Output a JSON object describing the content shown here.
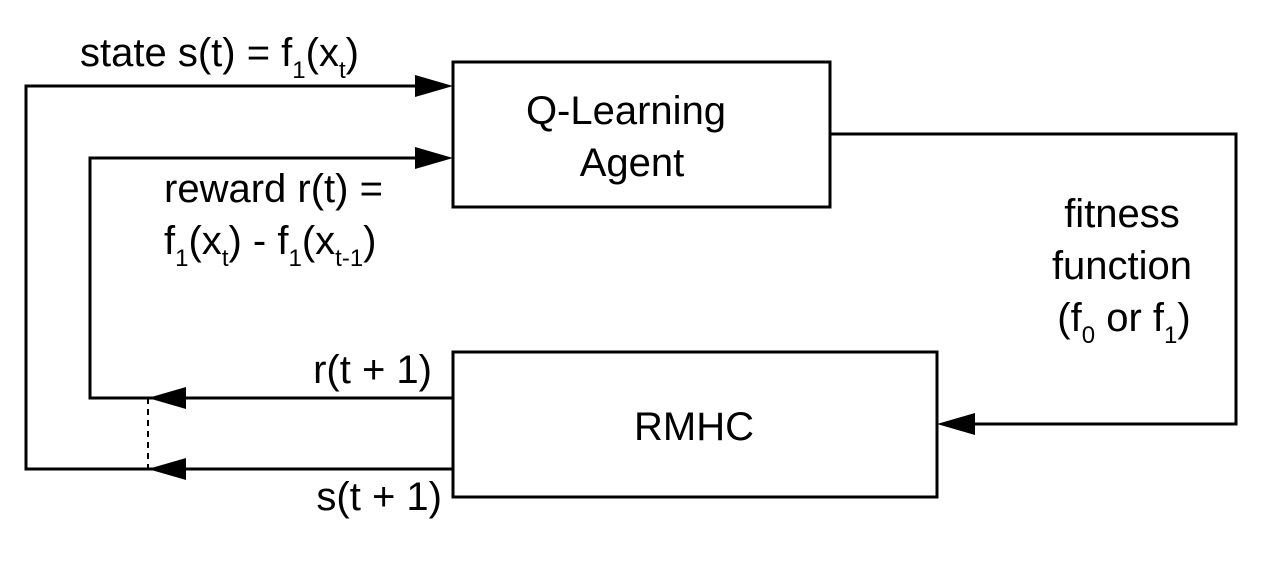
{
  "boxes": {
    "agent": {
      "line1": "Q-Learning",
      "line2": "Agent"
    },
    "rmhc": {
      "label": "RMHC"
    }
  },
  "labels": {
    "state": {
      "prefix": "state s(t) = f",
      "sub1": "1",
      "mid": "(x",
      "sub2": "t",
      "suffix": ")"
    },
    "reward": {
      "line1": "reward r(t) =",
      "l2_a": "f",
      "l2_sub1": "1",
      "l2_b": "(x",
      "l2_sub2": "t",
      "l2_c": ") - f",
      "l2_sub3": "1",
      "l2_d": "(x",
      "l2_sub4": "t-1",
      "l2_e": ")"
    },
    "fitness": {
      "line1": "fitness",
      "line2": "function",
      "l3_a": "(f",
      "l3_sub1": "0",
      "l3_b": " or f",
      "l3_sub2": "1",
      "l3_c": ")"
    },
    "next_reward": "r(t + 1)",
    "next_state": "s(t + 1)"
  }
}
